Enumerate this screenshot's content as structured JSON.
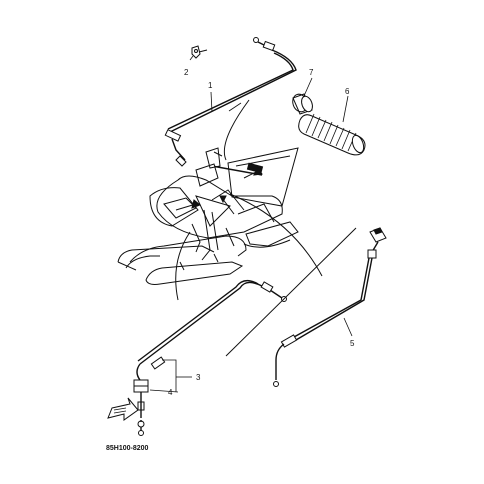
{
  "diagram": {
    "drawing_code": "85H100-8200",
    "part_numbers": {
      "p1": "1",
      "p2": "2",
      "p3": "3",
      "p4": "4",
      "p5": "5",
      "p6": "6",
      "p7": "7"
    },
    "ink_color": "#111111",
    "background": "#ffffff"
  }
}
